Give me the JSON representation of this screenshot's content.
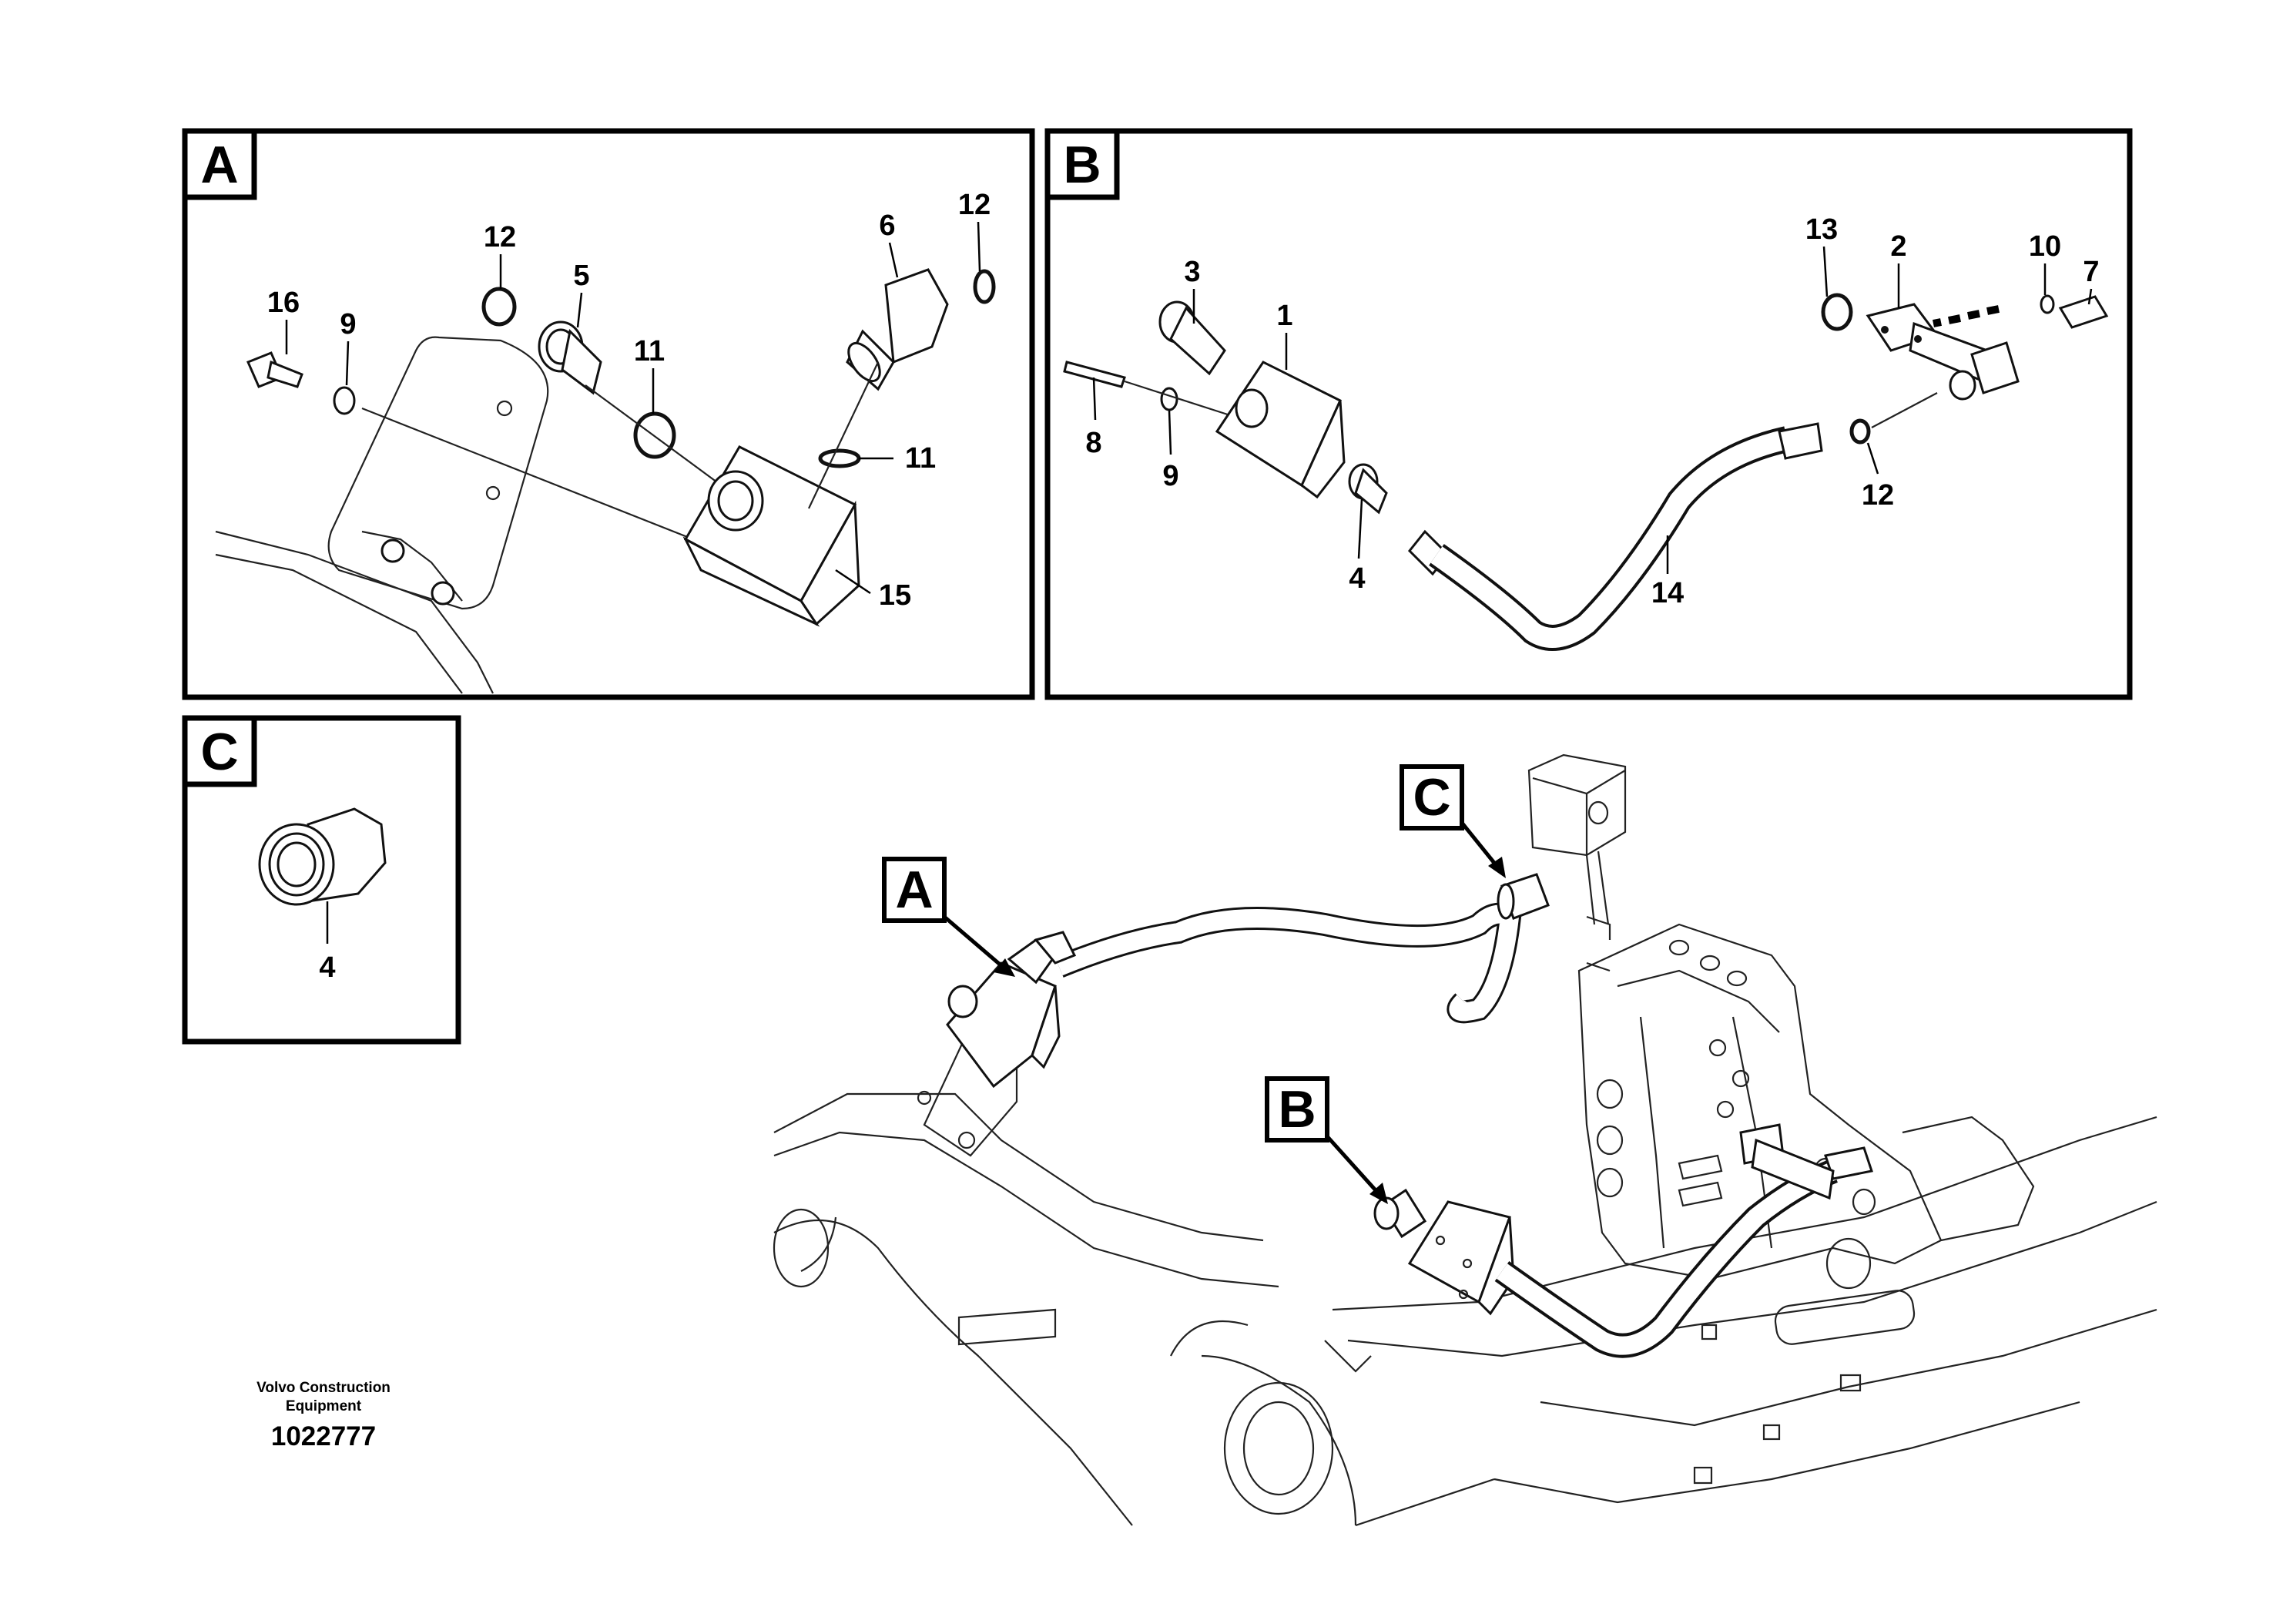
{
  "panels": {
    "a": {
      "letter": "A",
      "callouts": [
        "16",
        "9",
        "12",
        "5",
        "11",
        "6",
        "12",
        "11",
        "15"
      ]
    },
    "b": {
      "letter": "B",
      "callouts": [
        "3",
        "1",
        "8",
        "9",
        "4",
        "14",
        "13",
        "2",
        "10",
        "7",
        "12"
      ]
    },
    "c": {
      "letter": "C",
      "callouts": [
        "4"
      ]
    }
  },
  "overview_flags": [
    "A",
    "B",
    "C"
  ],
  "caption": {
    "company_line1": "Volvo Construction",
    "company_line2": "Equipment",
    "drawing_number": "1022777"
  }
}
